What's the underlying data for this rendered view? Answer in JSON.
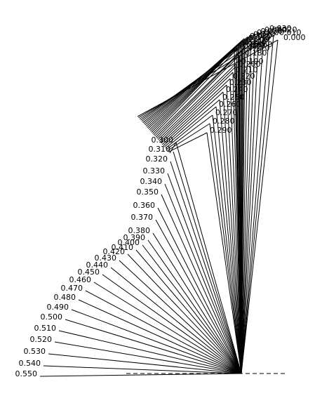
{
  "chart_data": {
    "type": "line",
    "title": "",
    "xlabel": "",
    "ylabel": "",
    "grid": false,
    "axes_visible": false,
    "line_color": "#000000",
    "baseline_style": "dashed",
    "note": "Fan of straight line segments sharing a common lower endpoint on a dashed baseline; each segment is labeled at its outer end with its parameter value.",
    "labels": [
      "0.000",
      "0.010",
      "0.020",
      "0.030",
      "0.040",
      "0.050",
      "0.060",
      "0.070",
      "0.080",
      "0.090",
      "0.100",
      "0.110",
      "0.120",
      "0.130",
      "0.140",
      "0.150",
      "0.160",
      "0.170",
      "0.180",
      "0.190",
      "0.200",
      "0.210",
      "0.220",
      "0.230",
      "0.240",
      "0.250",
      "0.260",
      "0.270",
      "0.280",
      "0.290",
      "0.300",
      "0.310",
      "0.320",
      "0.330",
      "0.340",
      "0.350",
      "0.360",
      "0.370",
      "0.380",
      "0.390",
      "0.400",
      "0.410",
      "0.420",
      "0.430",
      "0.440",
      "0.450",
      "0.460",
      "0.470",
      "0.480",
      "0.490",
      "0.500",
      "0.510",
      "0.520",
      "0.530",
      "0.540",
      "0.550"
    ],
    "values": [
      0.0,
      0.01,
      0.02,
      0.03,
      0.04,
      0.05,
      0.06,
      0.07,
      0.08,
      0.09,
      0.1,
      0.11,
      0.12,
      0.13,
      0.14,
      0.15,
      0.16,
      0.17,
      0.18,
      0.19,
      0.2,
      0.21,
      0.22,
      0.23,
      0.24,
      0.25,
      0.26,
      0.27,
      0.28,
      0.29,
      0.3,
      0.31,
      0.32,
      0.33,
      0.34,
      0.35,
      0.36,
      0.37,
      0.38,
      0.39,
      0.4,
      0.41,
      0.42,
      0.43,
      0.44,
      0.45,
      0.46,
      0.47,
      0.48,
      0.49,
      0.5,
      0.51,
      0.52,
      0.53,
      0.54,
      0.55
    ]
  }
}
